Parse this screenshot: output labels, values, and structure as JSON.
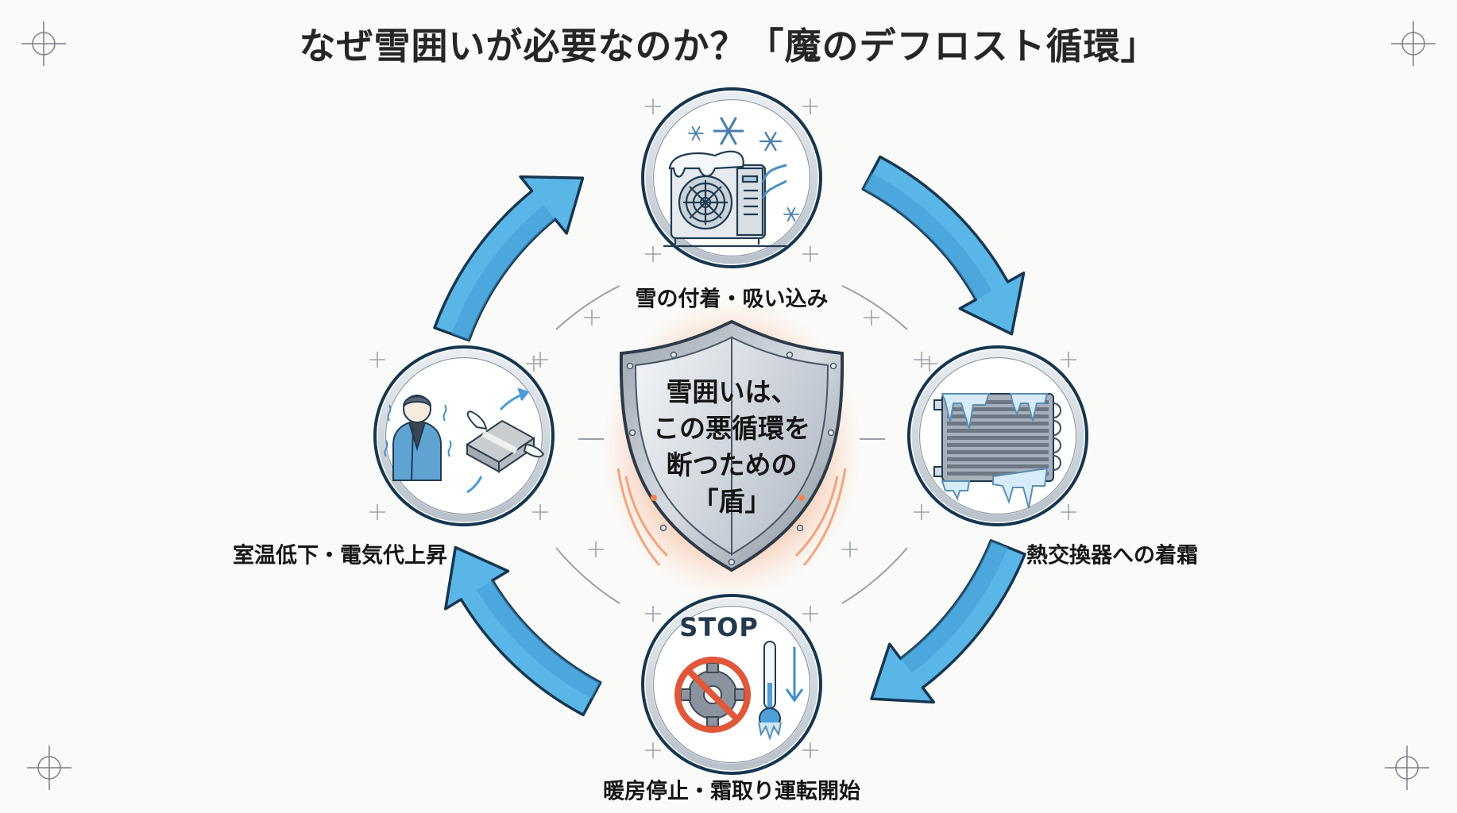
{
  "title": "なぜ雪囲いが必要なのか？「魔のデフロスト循環」",
  "colors": {
    "background": "#fafaf8",
    "arrow_fill": "#5bb6e8",
    "arrow_shade": "#3f9bd4",
    "outline": "#163650",
    "shield_glow": "#f4844e",
    "stop_red": "#e0573a",
    "ice_blue": "#9fd2ee"
  },
  "center": {
    "icon": "shield-icon",
    "lines": [
      "雪囲いは、",
      "この悪循環を",
      "断つための",
      "「盾」"
    ]
  },
  "cycle": [
    {
      "id": "snow-intake",
      "label": "雪の付着・吸い込み",
      "icon": "outdoor-unit-snow-icon"
    },
    {
      "id": "frost-heat-exchanger",
      "label": "熱交換器への着霜",
      "icon": "frozen-heat-exchanger-icon"
    },
    {
      "id": "defrost-start",
      "label": "暖房停止・霜取り運転開始",
      "icon": "stop-heating-icon",
      "badge": "STOP"
    },
    {
      "id": "cost-rise",
      "label": "室温低下・電気代上昇",
      "icon": "cold-person-money-icon"
    }
  ],
  "arrows": [
    {
      "from": "snow-intake",
      "to": "frost-heat-exchanger"
    },
    {
      "from": "frost-heat-exchanger",
      "to": "defrost-start"
    },
    {
      "from": "defrost-start",
      "to": "cost-rise"
    },
    {
      "from": "cost-rise",
      "to": "snow-intake"
    }
  ],
  "decorations": {
    "corner_marker_icon": "crosshair-icon",
    "sparkle_icon": "plus-icon"
  }
}
